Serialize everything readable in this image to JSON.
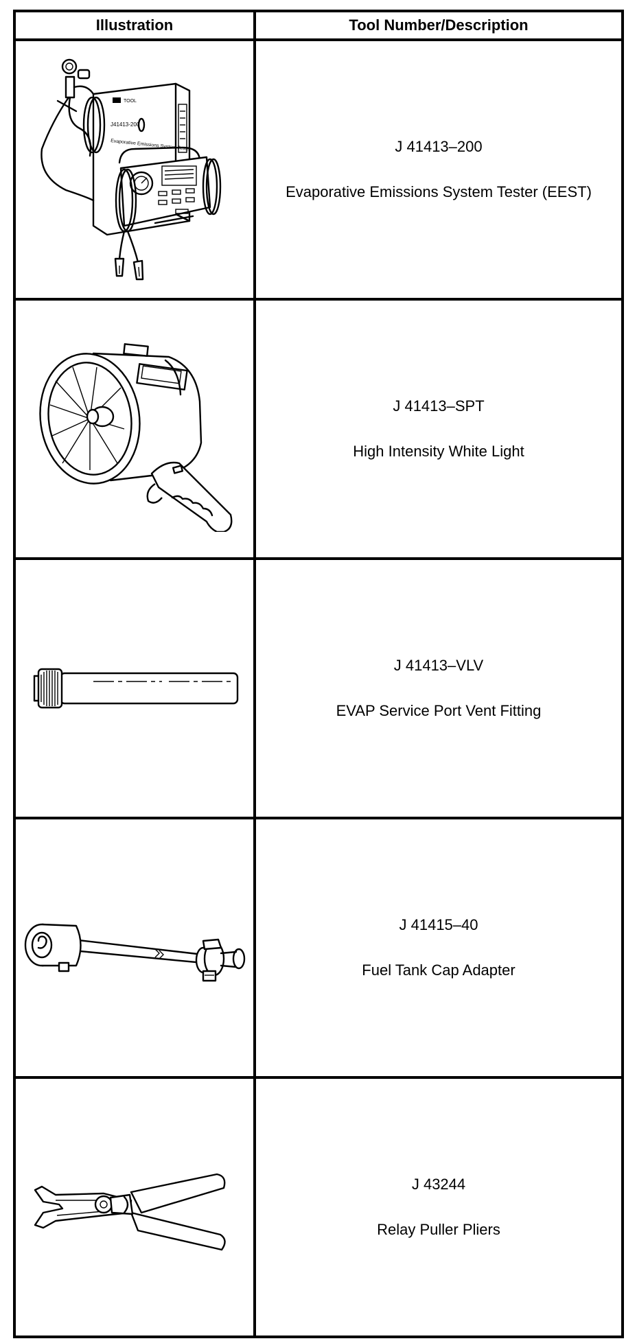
{
  "table": {
    "headers": {
      "illustration": "Illustration",
      "description": "Tool Number/Description"
    },
    "rows": [
      {
        "tool_number": "J 41413–200",
        "description": "Evaporative Emissions System Tester (EEST)",
        "illustration_icon": "evaporative-emissions-tester-icon"
      },
      {
        "tool_number": "J 41413–SPT",
        "description": "High Intensity White Light",
        "illustration_icon": "spotlight-icon"
      },
      {
        "tool_number": "J 41413–VLV",
        "description": "EVAP Service Port Vent Fitting",
        "illustration_icon": "vent-fitting-icon"
      },
      {
        "tool_number": "J 41415–40",
        "description": "Fuel Tank Cap Adapter",
        "illustration_icon": "fuel-cap-adapter-icon"
      },
      {
        "tool_number": "J 43244",
        "description": "Relay Puller Pliers",
        "illustration_icon": "relay-puller-pliers-icon"
      }
    ]
  },
  "illustration_labels": {
    "tester_part_number": "J41413-200",
    "tester_label": "Evaporative Emissions System Tester"
  }
}
